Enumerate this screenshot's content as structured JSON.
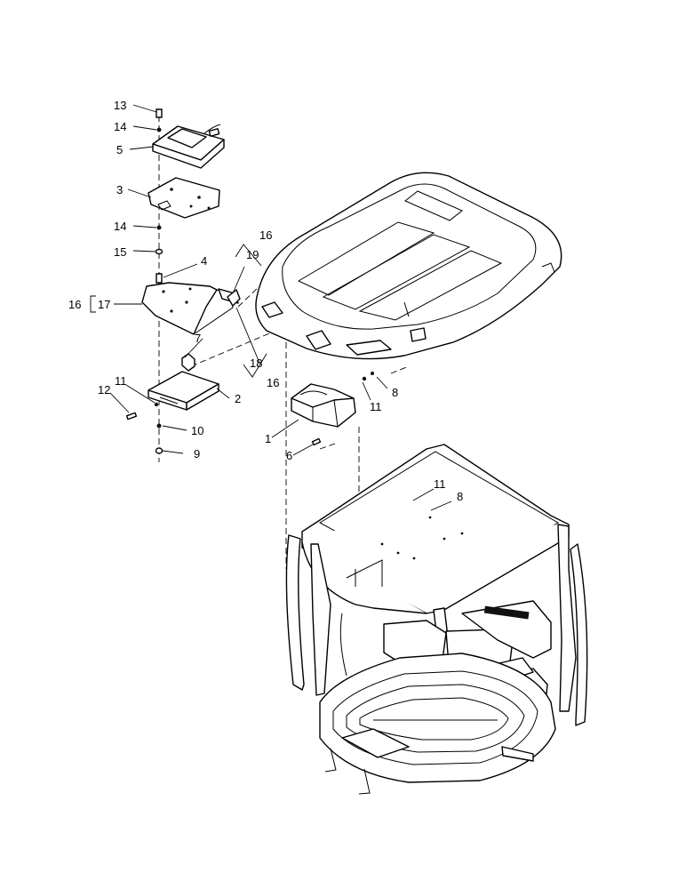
{
  "callouts": [
    {
      "id": "c13",
      "text": "13"
    },
    {
      "id": "c14a",
      "text": "14"
    },
    {
      "id": "c5",
      "text": "5"
    },
    {
      "id": "c3",
      "text": "3"
    },
    {
      "id": "c14b",
      "text": "14"
    },
    {
      "id": "c15",
      "text": "15"
    },
    {
      "id": "c4",
      "text": "4"
    },
    {
      "id": "c16a",
      "text": "16"
    },
    {
      "id": "c17",
      "text": "17"
    },
    {
      "id": "c16b",
      "text": "16"
    },
    {
      "id": "c19",
      "text": "19"
    },
    {
      "id": "c7",
      "text": "7"
    },
    {
      "id": "c18",
      "text": "18"
    },
    {
      "id": "c16c",
      "text": "16"
    },
    {
      "id": "c11a",
      "text": "11"
    },
    {
      "id": "c12",
      "text": "12"
    },
    {
      "id": "c2",
      "text": "2"
    },
    {
      "id": "c10",
      "text": "10"
    },
    {
      "id": "c9",
      "text": "9"
    },
    {
      "id": "c8a",
      "text": "8"
    },
    {
      "id": "c11b",
      "text": "11"
    },
    {
      "id": "c1",
      "text": "1"
    },
    {
      "id": "c6",
      "text": "6"
    },
    {
      "id": "c11c",
      "text": "11"
    },
    {
      "id": "c8b",
      "text": "8"
    }
  ]
}
